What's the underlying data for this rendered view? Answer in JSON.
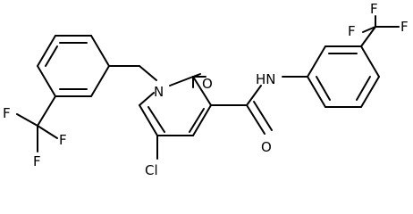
{
  "diagram": {
    "type": "chemical-structure",
    "atom_labels": {
      "n_ring": "N",
      "o_carbonyl_ring": "O",
      "o_amide": "O",
      "nh": "HN",
      "cl": "Cl",
      "f_left_1": "F",
      "f_left_2": "F",
      "f_left_3": "F",
      "f_right_1": "F",
      "f_right_2": "F",
      "f_right_3": "F"
    },
    "bond_color": "#000000",
    "label_color": "#000000"
  }
}
